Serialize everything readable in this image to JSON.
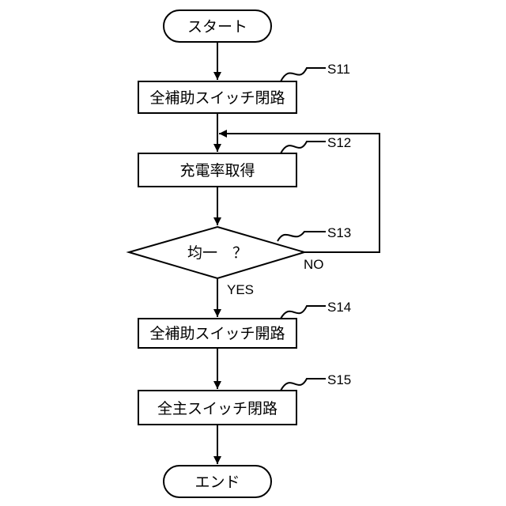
{
  "flowchart": {
    "start": "スタート",
    "end": "エンド",
    "steps": [
      {
        "id": "S11",
        "text": "全補助スイッチ閉路"
      },
      {
        "id": "S12",
        "text": "充電率取得"
      },
      {
        "id": "S13",
        "text": "均一　？"
      },
      {
        "id": "S14",
        "text": "全補助スイッチ開路"
      },
      {
        "id": "S15",
        "text": "全主スイッチ閉路"
      }
    ],
    "branch_yes": "YES",
    "branch_no": "NO"
  }
}
